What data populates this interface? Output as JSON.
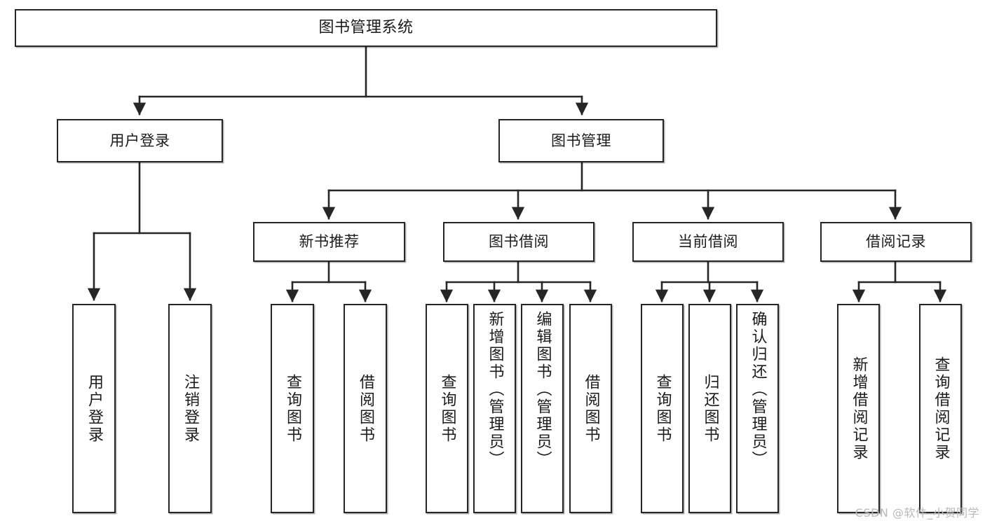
{
  "diagram": {
    "title": "图书管理系统",
    "type": "tree",
    "watermark": "CSDN @软件_小贺同学",
    "root": {
      "label": "图书管理系统"
    },
    "level1": [
      {
        "key": "user_login",
        "label": "用户登录"
      },
      {
        "key": "book_manage",
        "label": "图书管理"
      }
    ],
    "level2": [
      {
        "key": "new_book_rec",
        "label": "新书推荐",
        "parent": "book_manage"
      },
      {
        "key": "book_borrow",
        "label": "图书借阅",
        "parent": "book_manage"
      },
      {
        "key": "current_borrow",
        "label": "当前借阅",
        "parent": "book_manage"
      },
      {
        "key": "borrow_record",
        "label": "借阅记录",
        "parent": "book_manage"
      }
    ],
    "leaves": {
      "user_login": [
        {
          "key": "leaf_login",
          "label": "用户登录"
        },
        {
          "key": "leaf_logout",
          "label": "注销登录"
        }
      ],
      "new_book_rec": [
        {
          "key": "leaf_query_book_1",
          "label": "查询图书"
        },
        {
          "key": "leaf_borrow_book_1",
          "label": "借阅图书"
        }
      ],
      "book_borrow": [
        {
          "key": "leaf_query_book_2",
          "label": "查询图书"
        },
        {
          "key": "leaf_add_book",
          "label": "新增图书（管理员）"
        },
        {
          "key": "leaf_edit_book",
          "label": "编辑图书（管理员）"
        },
        {
          "key": "leaf_borrow_book_2",
          "label": "借阅图书"
        }
      ],
      "current_borrow": [
        {
          "key": "leaf_query_book_3",
          "label": "查询图书"
        },
        {
          "key": "leaf_return_book",
          "label": "归还图书"
        },
        {
          "key": "leaf_confirm_return",
          "label": "确认归还（管理员）"
        }
      ],
      "borrow_record": [
        {
          "key": "leaf_add_record",
          "label": "新增借阅记录"
        },
        {
          "key": "leaf_query_record",
          "label": "查询借阅记录"
        }
      ]
    },
    "colors": {
      "stroke": "#262626",
      "text": "#1b1b1b",
      "background": "#ffffff",
      "watermark": "#b9b9b9"
    }
  }
}
